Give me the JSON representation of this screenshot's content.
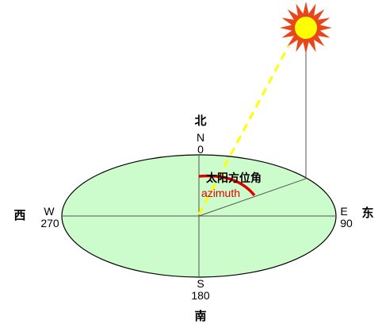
{
  "diagram": {
    "colors": {
      "ground_fill": "#cdfccc",
      "outline": "#000000",
      "axis_line": "#555555",
      "sun_ray": "#ffff00",
      "sun_core": "#ffff00",
      "sun_outer": "#e8471c",
      "azimuth_arc": "#e00000",
      "azimuth_text": "#e00000"
    },
    "compass": {
      "north": {
        "cn": "北",
        "label": "N",
        "degrees": "0"
      },
      "east": {
        "cn": "东",
        "label": "E",
        "degrees": "90"
      },
      "south": {
        "cn": "南",
        "label": "S",
        "degrees": "180"
      },
      "west": {
        "cn": "西",
        "label": "W",
        "degrees": "270"
      }
    },
    "azimuth": {
      "cn_label": "太阳方位角",
      "en_label": "azimuth"
    },
    "sun_icon": "sun-icon"
  }
}
